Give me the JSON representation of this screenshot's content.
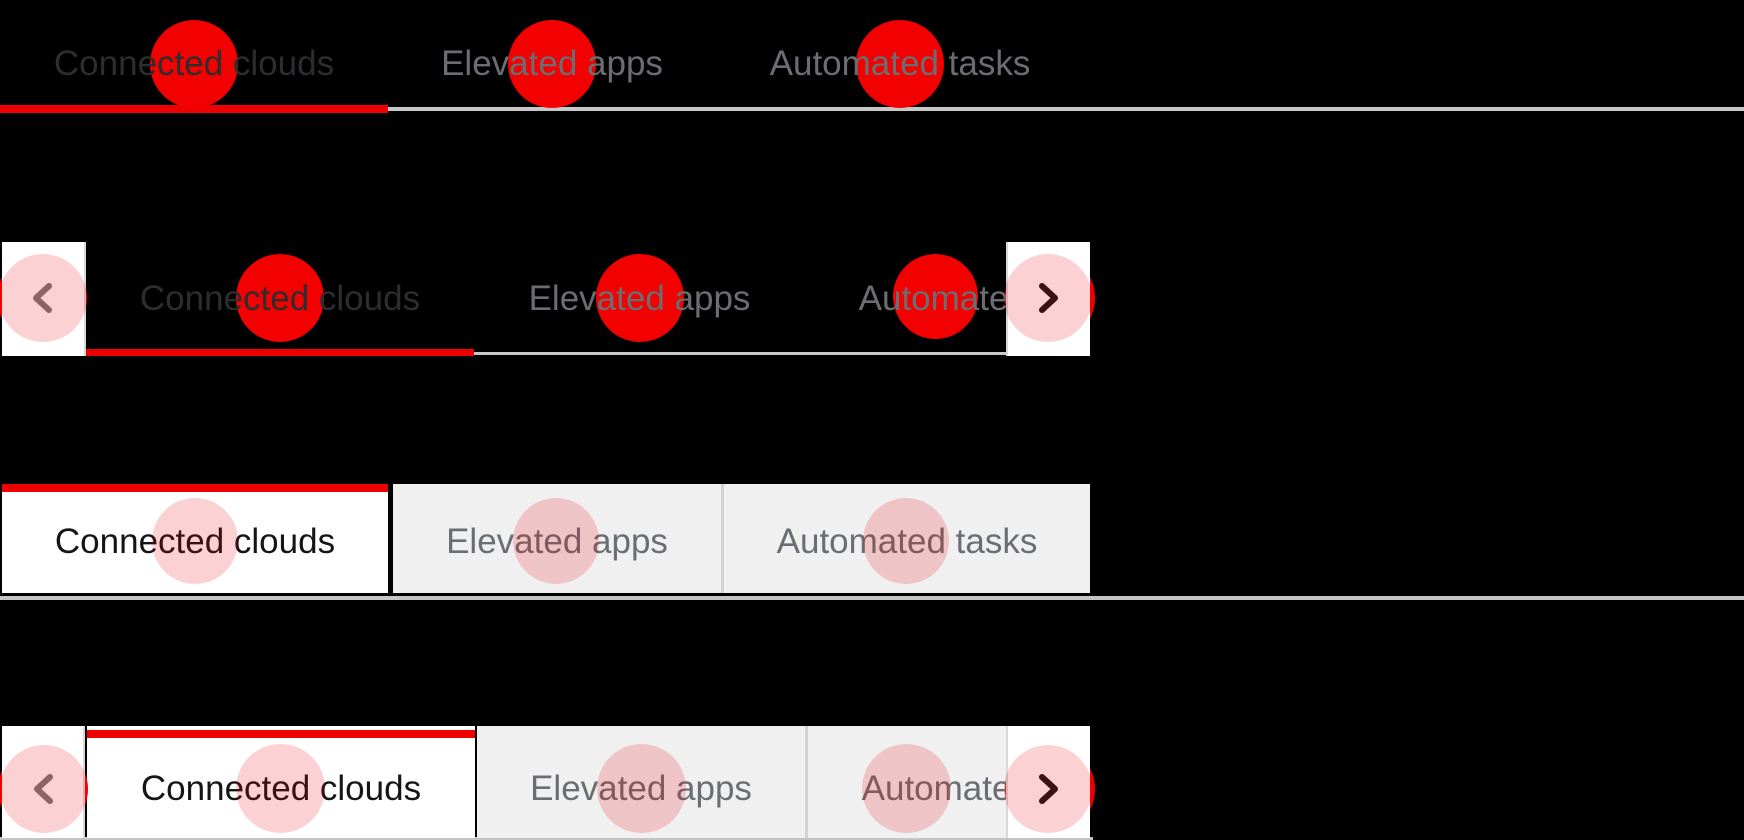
{
  "colors": {
    "background": "#000000",
    "accent_red": "#ee0000",
    "touch_indicator_red": "#f30000",
    "touch_indicator_pink": "rgba(238,0,10,0.18)",
    "active_tab_text": "#151515",
    "inactive_tab_text": "#6a6e73",
    "box_tab_background": "#f0f0f0",
    "divider_gray": "#c8c8c8",
    "scroll_button_background": "#ffffff"
  },
  "rows": [
    {
      "variant": "underline-tabs",
      "tabs": [
        {
          "label": "Connected clouds",
          "state": "active"
        },
        {
          "label": "Elevated apps",
          "state": "inactive"
        },
        {
          "label": "Automated tasks",
          "state": "inactive"
        }
      ]
    },
    {
      "variant": "underline-tabs-scrollable",
      "left_button": {
        "icon": "chevron-left-icon",
        "disabled": true
      },
      "right_button": {
        "icon": "chevron-right-icon",
        "disabled": false
      },
      "tabs": [
        {
          "label": "Connected clouds",
          "state": "active"
        },
        {
          "label": "Elevated apps",
          "state": "inactive"
        },
        {
          "label": "Automated tasks",
          "state": "inactive-clipped"
        }
      ]
    },
    {
      "variant": "box-tabs",
      "tabs": [
        {
          "label": "Connected clouds",
          "state": "active"
        },
        {
          "label": "Elevated apps",
          "state": "inactive"
        },
        {
          "label": "Automated tasks",
          "state": "inactive"
        }
      ]
    },
    {
      "variant": "box-tabs-scrollable",
      "left_button": {
        "icon": "chevron-left-icon",
        "disabled": true
      },
      "right_button": {
        "icon": "chevron-right-icon",
        "disabled": false
      },
      "tabs": [
        {
          "label": "Connected clouds",
          "state": "active"
        },
        {
          "label": "Elevated apps",
          "state": "inactive"
        },
        {
          "label": "Automated tasks",
          "state": "inactive-clipped"
        }
      ]
    }
  ]
}
